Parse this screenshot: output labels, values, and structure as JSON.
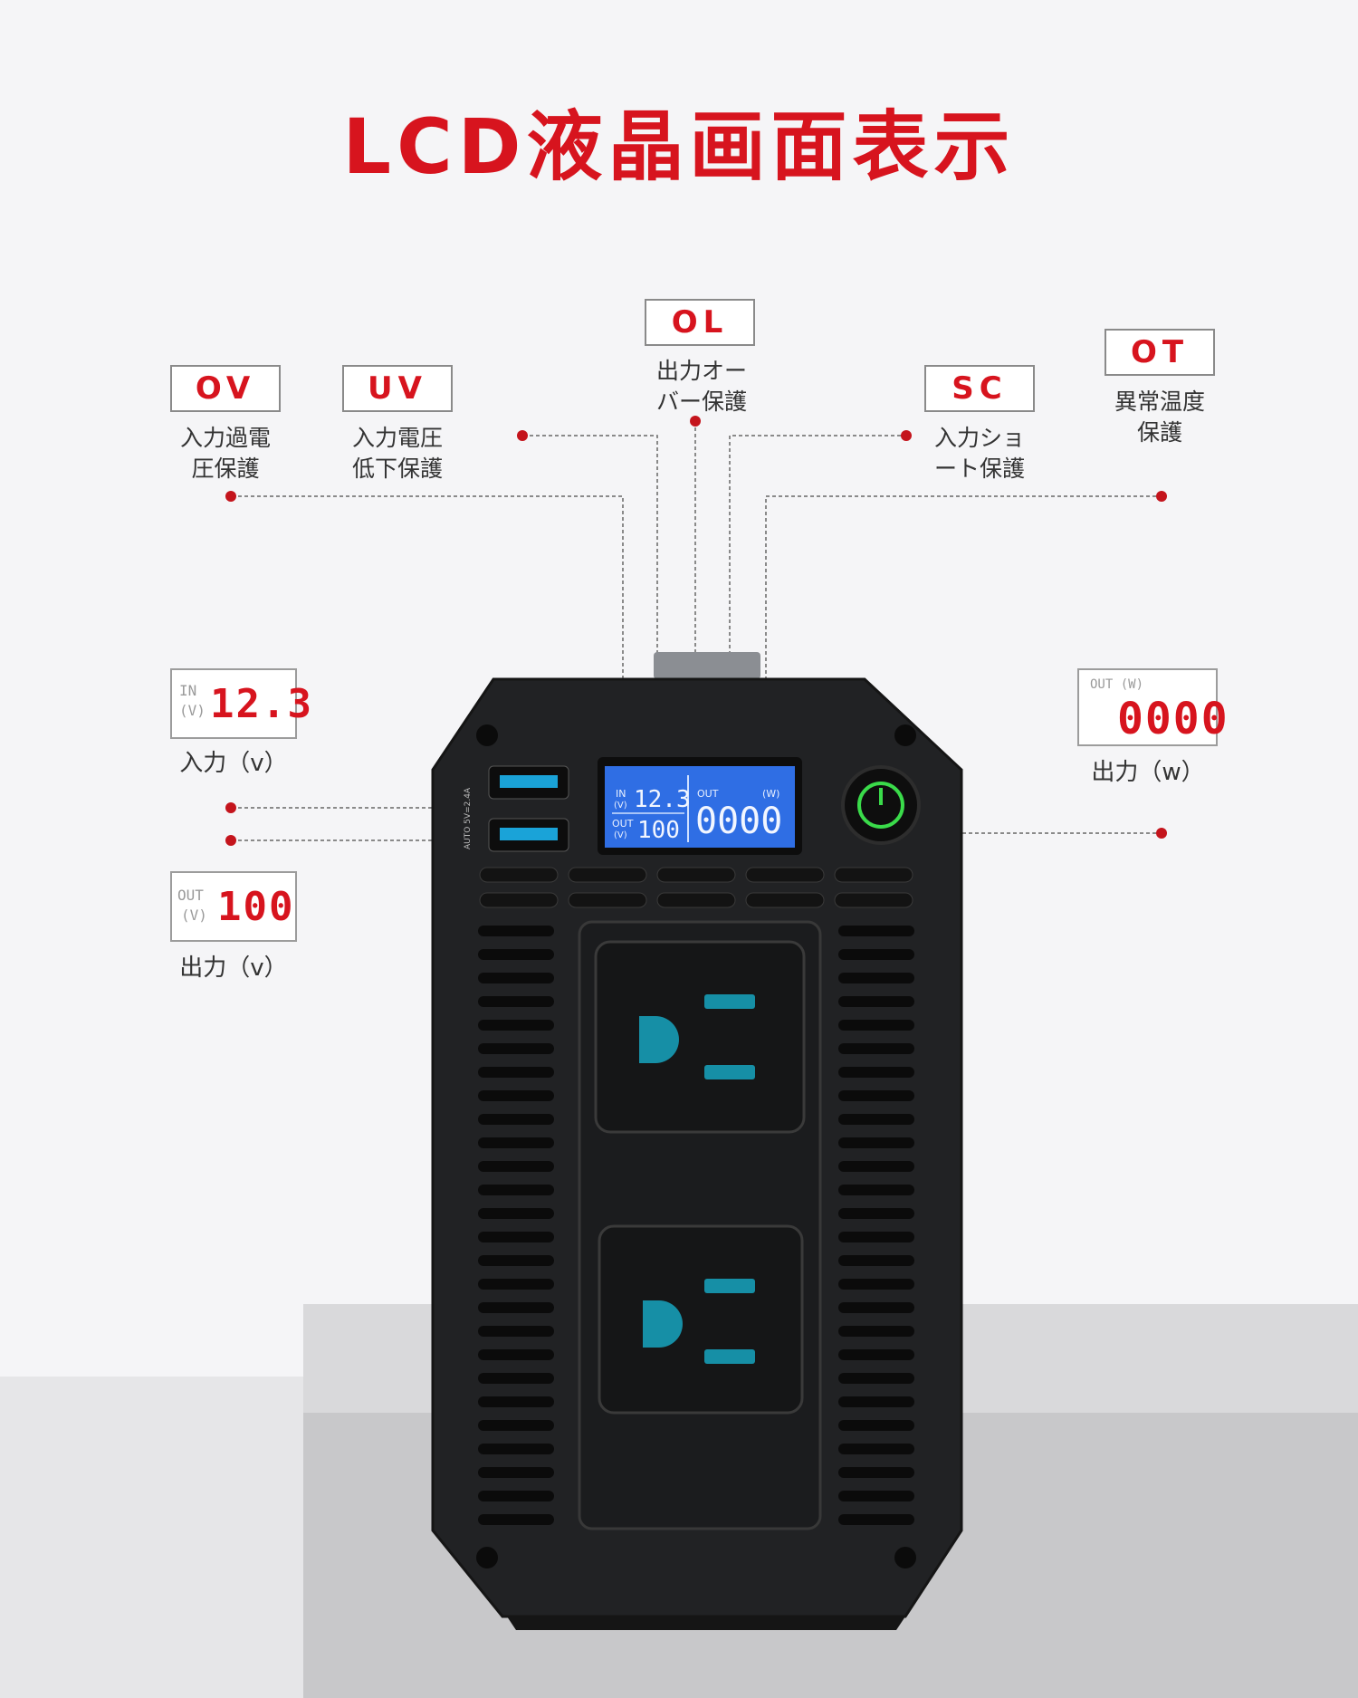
{
  "title": "LCD液晶画面表示",
  "protections": [
    {
      "code": "OV",
      "desc": "入力過電\n圧保護"
    },
    {
      "code": "UV",
      "desc": "入力電圧\n低下保護"
    },
    {
      "code": "OL",
      "desc": "出力オー\nバー保護"
    },
    {
      "code": "SC",
      "desc": "入力ショ\nート保護"
    },
    {
      "code": "OT",
      "desc": "異常温度\n保護"
    }
  ],
  "readouts": {
    "input": {
      "prefix_top": "IN",
      "prefix_bottom": "(V)",
      "value": "12.3",
      "label": "入力（v）"
    },
    "output_v": {
      "prefix_top": "OUT",
      "prefix_bottom": "(V)",
      "value": "100",
      "label": "出力（v）"
    },
    "output_w": {
      "prefix_top": "OUT (W)",
      "value": "0000",
      "label": "出力（w）"
    }
  },
  "device": {
    "usb_label": "AUTO 5V=2.4A",
    "lcd": {
      "in_label": "IN",
      "in_unit": "(V)",
      "in_value": "12.3",
      "out_label": "OUT",
      "out_unit": "(V)",
      "out_value": "100",
      "w_label": "OUT",
      "w_unit": "(W)",
      "w_value": "0000"
    }
  },
  "colors": {
    "accent": "#d7141e",
    "lcd": "#1e5fd6",
    "button_ring": "#3adb4a"
  }
}
